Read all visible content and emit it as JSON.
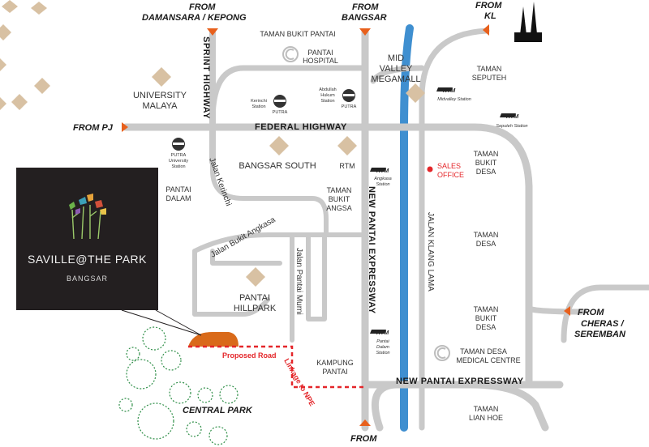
{
  "directions": {
    "damansara": [
      "FROM",
      "DAMANSARA / KEPONG"
    ],
    "bangsar": [
      "FROM",
      "BANGSAR"
    ],
    "kl": [
      "FROM",
      "KL"
    ],
    "pj": "FROM PJ",
    "cheras": [
      "FROM",
      "CHERAS /",
      "SEREMBAN"
    ],
    "bottom": "FROM"
  },
  "highways": {
    "federal": "FEDERAL HIGHWAY",
    "sprint": "SPRINT HIGHWAY",
    "npe_vertical": "NEW PANTAI EXPRESSWAY",
    "npe_horizontal": "NEW PANTAI EXPRESSWAY",
    "klang_lama": "JALAN KLANG LAMA",
    "kerinchi": "Jalan Kerinchi",
    "bukit_angkasa": "Jalan Bukit Angkasa",
    "pantai_murni": "Jalan Pantai Murni"
  },
  "places": {
    "taman_bukit_pantai": "TAMAN BUKIT PANTAI",
    "pantai_hospital": [
      "PANTAI",
      "HOSPITAL"
    ],
    "mid_valley": [
      "MID",
      "VALLEY",
      "MEGAMALL"
    ],
    "taman_seputeh": [
      "TAMAN",
      "SEPUTEH"
    ],
    "university_malaya": [
      "UNIVERSITY",
      "MALAYA"
    ],
    "bangsar_south": "BANGSAR SOUTH",
    "rtm": "RTM",
    "pantai_dalam": [
      "PANTAI",
      "DALAM"
    ],
    "taman_bukit_angsa": [
      "TAMAN",
      "BUKIT",
      "ANGSA"
    ],
    "taman_bukit_desa_1": [
      "TAMAN",
      "BUKIT",
      "DESA"
    ],
    "taman_desa": [
      "TAMAN",
      "DESA"
    ],
    "taman_bukit_desa_2": [
      "TAMAN",
      "BUKIT",
      "DESA"
    ],
    "taman_desa_medical": [
      "TAMAN DESA",
      "MEDICAL CENTRE"
    ],
    "pantai_hillpark": [
      "PANTAI",
      "HILLPARK"
    ],
    "kampung_pantai": [
      "KAMPUNG",
      "PANTAI"
    ],
    "taman_lian_hoe": [
      "TAMAN",
      "LIAN HOE"
    ],
    "central_park": "CENTRAL PARK",
    "sales_office": [
      "SALES",
      "OFFICE"
    ]
  },
  "stations": {
    "kerinchi": [
      "Kerinchi",
      "Station"
    ],
    "abdullah_hukum": [
      "Abdullah",
      "Hukum",
      "Station"
    ],
    "university": [
      "University",
      "Station"
    ],
    "midvalley": "Midvalley Station",
    "seputeh": "Seputeh Station",
    "angkasa": [
      "Angkasa",
      "Station"
    ],
    "pantai_dalam": [
      "Pantai",
      "Dalam",
      "Station"
    ],
    "ktm_mark": "KTM",
    "putra_mark": "PUTRA"
  },
  "proposed": {
    "road": "Proposed Road",
    "linkage": "Linkage to NPE"
  },
  "brand": {
    "name": "SAVILLE@THE PARK",
    "sub": "BANGSAR"
  },
  "colors": {
    "road": "#c9c9c9",
    "river": "#3f8fd0",
    "marker": "#e8601c",
    "proposed": "#e4262a",
    "landmark": "#d8c1a3",
    "tree": "#2f8f48",
    "brand_bg": "#231f20"
  }
}
